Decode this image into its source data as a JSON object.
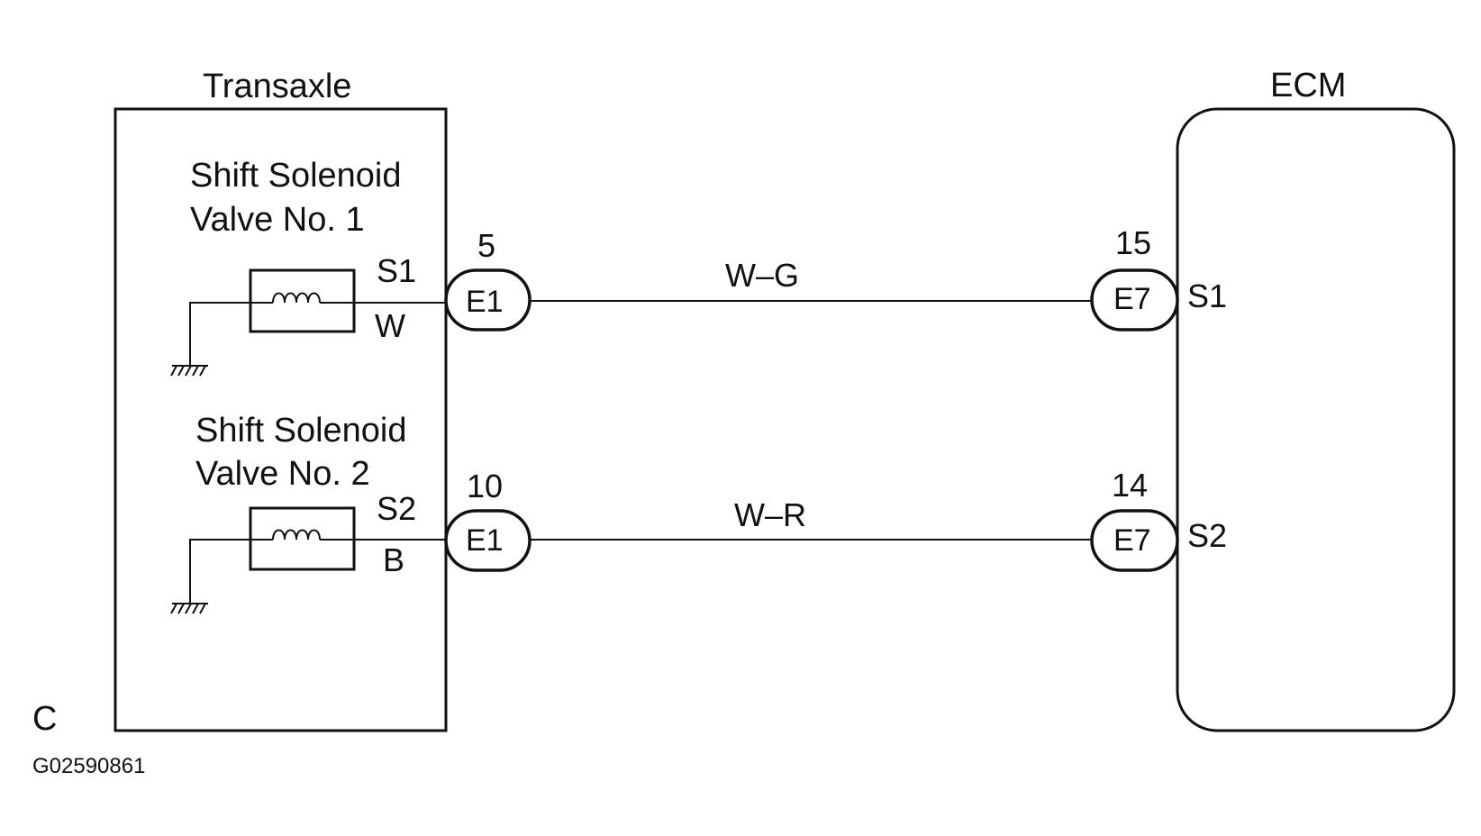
{
  "transaxle": {
    "label": "Transaxle"
  },
  "ecm": {
    "label": "ECM"
  },
  "solenoids": [
    {
      "name_line1": "Shift Solenoid",
      "name_line2": "Valve No. 1",
      "terminal": "S1",
      "wire_at_solenoid": "W"
    },
    {
      "name_line1": "Shift Solenoid",
      "name_line2": "Valve No. 2",
      "terminal": "S2",
      "wire_at_solenoid": "B"
    }
  ],
  "circuits": [
    {
      "connector_left": "E1",
      "pin_left": "5",
      "wire": "W–G",
      "connector_right": "E7",
      "pin_right": "15",
      "ecm_terminal": "S1"
    },
    {
      "connector_left": "E1",
      "pin_left": "10",
      "wire": "W–R",
      "connector_right": "E7",
      "pin_right": "14",
      "ecm_terminal": "S2"
    }
  ],
  "footer": {
    "letter": "C",
    "figure_id": "G02590861"
  }
}
